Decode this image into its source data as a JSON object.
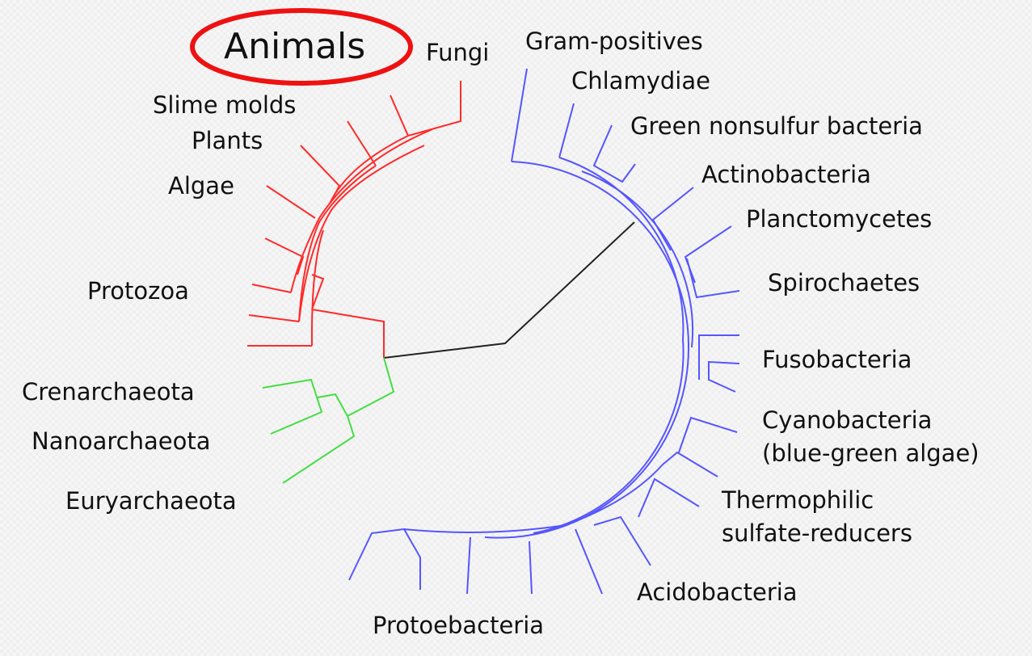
{
  "title_highlight": "Animals",
  "colors": {
    "eukaryotes": "#ff2a2a",
    "archaea": "#44dd44",
    "bacteria": "#5555ff",
    "root": "#222222",
    "highlight": "#ee1111"
  },
  "labels": {
    "eukaryotes": [
      "Fungi",
      "Slime molds",
      "Plants",
      "Algae",
      "Protozoa"
    ],
    "archaea": [
      "Crenarchaeota",
      "Nanoarchaeota",
      "Euryarchaeota"
    ],
    "bacteria": [
      "Gram-positives",
      "Chlamydiae",
      "Green nonsulfur bacteria",
      "Actinobacteria",
      "Planctomycetes",
      "Spirochaetes",
      "Fusobacteria",
      "Cyanobacteria",
      "(blue-green algae)",
      "Thermophilic",
      "sulfate-reducers",
      "Acidobacteria",
      "Protoebacteria"
    ]
  }
}
